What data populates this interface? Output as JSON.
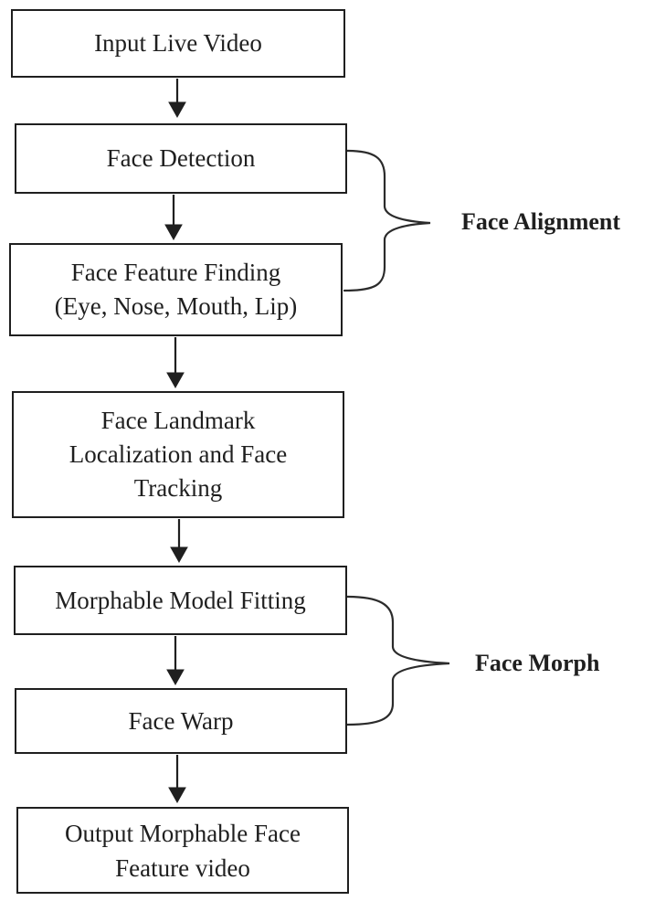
{
  "diagram": {
    "type": "flowchart",
    "background": "#ffffff",
    "stroke_color": "#1f1f1f",
    "text_color": "#1f1f1f",
    "nodes": [
      {
        "id": "input-live-video",
        "label": "Input Live Video"
      },
      {
        "id": "face-detection",
        "label": "Face Detection"
      },
      {
        "id": "face-feature-finding",
        "label": "Face Feature Finding\n(Eye, Nose, Mouth, Lip)"
      },
      {
        "id": "face-landmark-tracking",
        "label": "Face Landmark\nLocalization and Face\nTracking"
      },
      {
        "id": "morphable-model-fitting",
        "label": "Morphable Model Fitting"
      },
      {
        "id": "face-warp",
        "label": "Face Warp"
      },
      {
        "id": "output-morphable-face",
        "label": "Output Morphable Face\nFeature video"
      }
    ],
    "flow": [
      {
        "from": "input-live-video",
        "to": "face-detection"
      },
      {
        "from": "face-detection",
        "to": "face-feature-finding"
      },
      {
        "from": "face-feature-finding",
        "to": "face-landmark-tracking"
      },
      {
        "from": "face-landmark-tracking",
        "to": "morphable-model-fitting"
      },
      {
        "from": "morphable-model-fitting",
        "to": "face-warp"
      },
      {
        "from": "face-warp",
        "to": "output-morphable-face"
      }
    ],
    "groups": [
      {
        "id": "face-alignment",
        "label": "Face Alignment",
        "members": [
          "face-detection",
          "face-feature-finding"
        ]
      },
      {
        "id": "face-morph",
        "label": "Face Morph",
        "members": [
          "morphable-model-fitting",
          "face-warp"
        ]
      }
    ]
  }
}
